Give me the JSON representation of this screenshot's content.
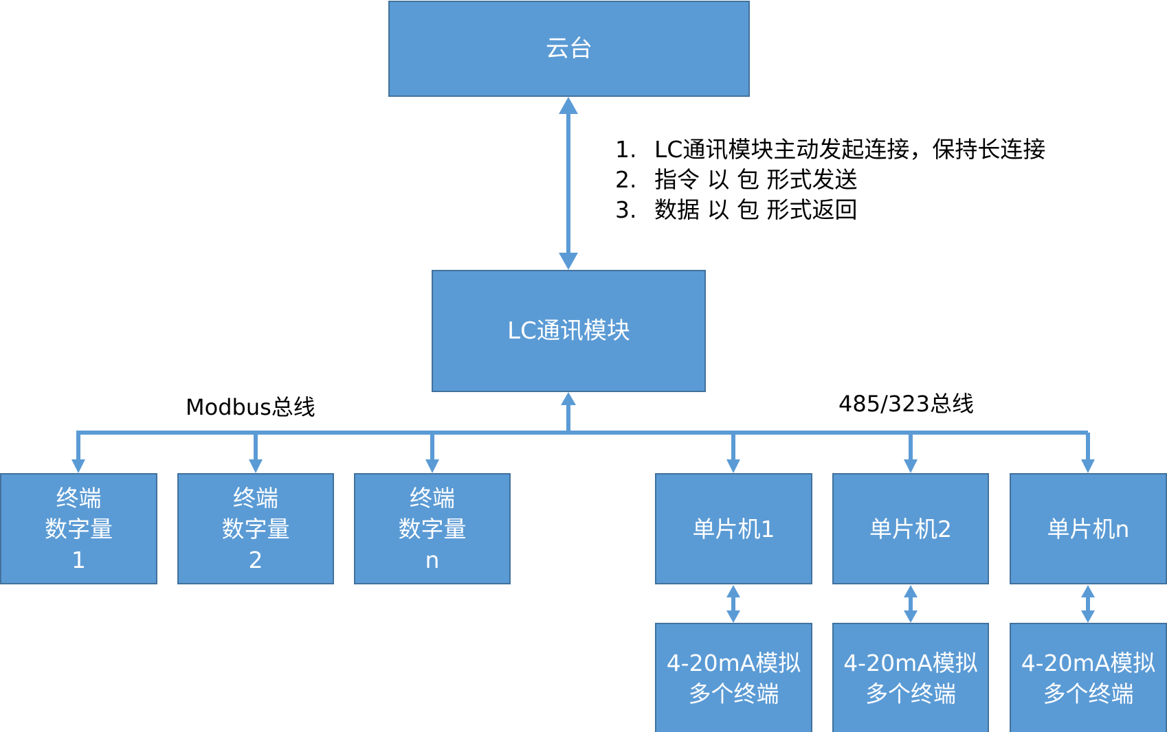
{
  "colors": {
    "box_fill": "#5b9bd5",
    "box_border": "#41719c",
    "connector": "#5b9bd5"
  },
  "cloud": {
    "label": "云台"
  },
  "notes": [
    {
      "num": "1.",
      "text": "LC通讯模块主动发起连接，保持长连接"
    },
    {
      "num": "2.",
      "text": "指令 以 包 形式发送"
    },
    {
      "num": "3.",
      "text": "数据 以 包 形式返回"
    }
  ],
  "lc_module": {
    "label": "LC通讯模块"
  },
  "buses": {
    "modbus": "Modbus总线",
    "serial": "485/323总线"
  },
  "terminals": [
    {
      "line1": "终端",
      "line2": "数字量",
      "line3": "1"
    },
    {
      "line1": "终端",
      "line2": "数字量",
      "line3": "2"
    },
    {
      "line1": "终端",
      "line2": "数字量",
      "line3": "n"
    }
  ],
  "mcus": [
    {
      "label": "单片机1"
    },
    {
      "label": "单片机2"
    },
    {
      "label": "单片机n"
    }
  ],
  "analog_groups": [
    {
      "line1": "4-20mA模拟",
      "line2": "多个终端"
    },
    {
      "line1": "4-20mA模拟",
      "line2": "多个终端"
    },
    {
      "line1": "4-20mA模拟",
      "line2": "多个终端"
    }
  ]
}
